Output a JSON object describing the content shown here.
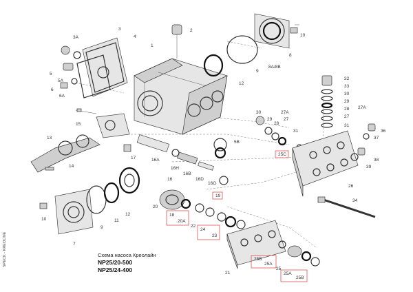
{
  "caption": {
    "line1": "Схема насоса Креолайн",
    "line2": "NP25/20-500",
    "line3": "NP25/24-400"
  },
  "side_text": "SPECK - KREOLINE",
  "accent_color": "#d9534f",
  "labels": [
    {
      "id": "p2",
      "text": "2"
    },
    {
      "id": "p1",
      "text": "1"
    },
    {
      "id": "p3",
      "text": "3"
    },
    {
      "id": "p4",
      "text": "4"
    },
    {
      "id": "p3a",
      "text": "3A"
    },
    {
      "id": "p5",
      "text": "5"
    },
    {
      "id": "p5a",
      "text": "5A"
    },
    {
      "id": "p6",
      "text": "6"
    },
    {
      "id": "p6a",
      "text": "6A"
    },
    {
      "id": "p10a",
      "text": "10"
    },
    {
      "id": "p8",
      "text": "8"
    },
    {
      "id": "p9a",
      "text": "9"
    },
    {
      "id": "p8ab",
      "text": "8A/8B"
    },
    {
      "id": "p12a",
      "text": "12"
    },
    {
      "id": "p15",
      "text": "15"
    },
    {
      "id": "p13",
      "text": "13"
    },
    {
      "id": "p14",
      "text": "14"
    },
    {
      "id": "p17",
      "text": "17"
    },
    {
      "id": "p16a",
      "text": "16A"
    },
    {
      "id": "p16h",
      "text": "16H"
    },
    {
      "id": "p16b",
      "text": "16B"
    },
    {
      "id": "p16",
      "text": "16"
    },
    {
      "id": "p16d",
      "text": "16D"
    },
    {
      "id": "p16g",
      "text": "16G"
    },
    {
      "id": "p5b",
      "text": "5B"
    },
    {
      "id": "p19",
      "text": "19"
    },
    {
      "id": "p30",
      "text": "30"
    },
    {
      "id": "p29",
      "text": "29"
    },
    {
      "id": "p28",
      "text": "28"
    },
    {
      "id": "p27",
      "text": "27"
    },
    {
      "id": "p27a",
      "text": "27A"
    },
    {
      "id": "p31",
      "text": "31"
    },
    {
      "id": "p25c",
      "text": "25C"
    },
    {
      "id": "p32",
      "text": "32"
    },
    {
      "id": "p33",
      "text": "33"
    },
    {
      "id": "p30b",
      "text": "30"
    },
    {
      "id": "p29b",
      "text": "29"
    },
    {
      "id": "p28b",
      "text": "28"
    },
    {
      "id": "p27b",
      "text": "27"
    },
    {
      "id": "p31b",
      "text": "31"
    },
    {
      "id": "p27ab",
      "text": "27A"
    },
    {
      "id": "p36",
      "text": "36"
    },
    {
      "id": "p37",
      "text": "37"
    },
    {
      "id": "p38",
      "text": "38"
    },
    {
      "id": "p39",
      "text": "39"
    },
    {
      "id": "p26",
      "text": "26"
    },
    {
      "id": "p34",
      "text": "34"
    },
    {
      "id": "p10b",
      "text": "10"
    },
    {
      "id": "p7",
      "text": "7"
    },
    {
      "id": "p9b",
      "text": "9"
    },
    {
      "id": "p11",
      "text": "11"
    },
    {
      "id": "p12b",
      "text": "12"
    },
    {
      "id": "p20",
      "text": "20"
    },
    {
      "id": "p18",
      "text": "18"
    },
    {
      "id": "p20a",
      "text": "20A"
    },
    {
      "id": "p22",
      "text": "22"
    },
    {
      "id": "p24",
      "text": "24"
    },
    {
      "id": "p23",
      "text": "23"
    },
    {
      "id": "p21",
      "text": "21"
    },
    {
      "id": "p25b",
      "text": "25B"
    },
    {
      "id": "p25a",
      "text": "25A"
    },
    {
      "id": "p25",
      "text": "25"
    },
    {
      "id": "p25a2",
      "text": "25A"
    },
    {
      "id": "p25b2",
      "text": "25B"
    }
  ]
}
